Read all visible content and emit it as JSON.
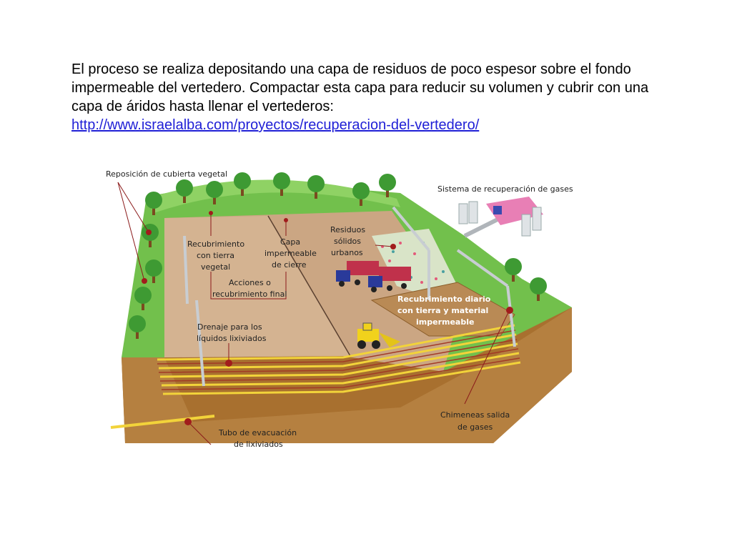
{
  "caption": {
    "text": "El proceso se realiza depositando una capa de residuos de poco espesor sobre el fondo impermeable del vertedero. Compactar esta capa para reducir su volumen y cubrir con una capa de áridos hasta llenar el vertederos:",
    "link": "http://www.israelalba.com/proyectos/recuperacion-del-vertedero/"
  },
  "diagram": {
    "labels": {
      "reposicion": "Reposición de cubierta vegetal",
      "sistema": "Sistema de recuperación de gases",
      "recubrimiento_1": "Recubrimiento",
      "recubrimiento_2": "con tierra",
      "recubrimiento_3": "vegetal",
      "capa_1": "Capa",
      "capa_2": "impermeable",
      "capa_3": "de cierre",
      "residuos_1": "Residuos",
      "residuos_2": "sólidos",
      "residuos_3": "urbanos",
      "acciones_1": "Acciones o",
      "acciones_2": "recubrimiento final",
      "diario_1": "Recubrimiento diario",
      "diario_2": "con tierra y material",
      "diario_3": "impermeable",
      "drenaje_1": "Drenaje para los",
      "drenaje_2": "líquidos lixiviados",
      "chimeneas_1": "Chimeneas salida",
      "chimeneas_2": "de gases",
      "tubo_1": "Tubo de evacuación",
      "tubo_2": "de lixiviados"
    },
    "colors": {
      "grass": "#6fbf4a",
      "soil": "#c8a37f",
      "earth": "#b07a3a",
      "liner": "#f2d33a",
      "leader": "#8b1a1a"
    }
  }
}
